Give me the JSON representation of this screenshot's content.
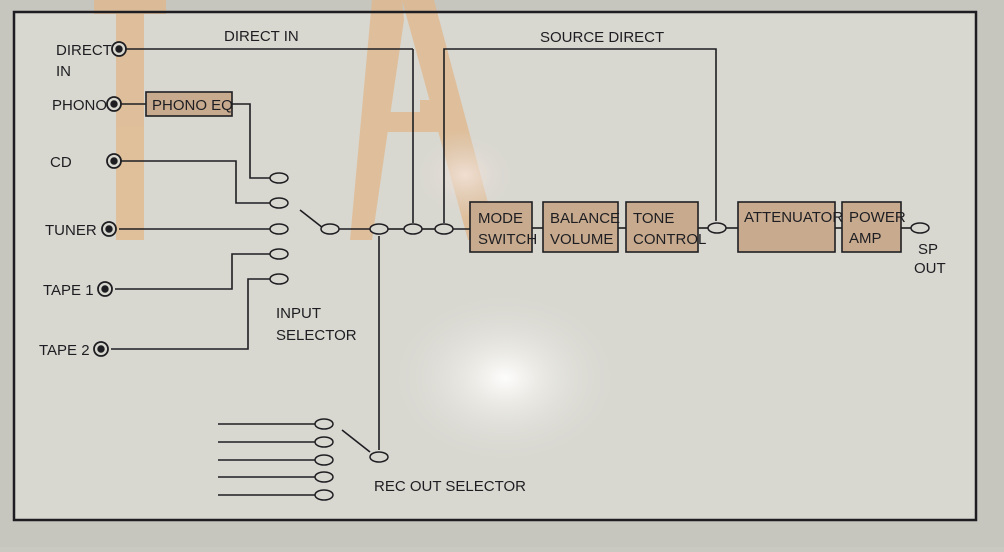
{
  "labels": {
    "direct_in_top": "DIRECT IN",
    "source_direct": "SOURCE DIRECT",
    "input_selector_1": "INPUT",
    "input_selector_2": "SELECTOR",
    "rec_out_selector": "REC OUT SELECTOR",
    "sp_out_1": "SP",
    "sp_out_2": "OUT"
  },
  "inputs": {
    "direct_in_1": "DIRECT",
    "direct_in_2": "IN",
    "phono": "PHONO",
    "cd": "CD",
    "tuner": "TUNER",
    "tape1": "TAPE 1",
    "tape2": "TAPE 2"
  },
  "blocks": {
    "phono_eq": "PHONO EQ",
    "mode_switch_1": "MODE",
    "mode_switch_2": "SWITCH",
    "balance_volume_1": "BALANCE",
    "balance_volume_2": "VOLUME",
    "tone_control_1": "TONE",
    "tone_control_2": "CONTROL",
    "attenuator": "ATTENUATOR",
    "power_amp_1": "POWER",
    "power_amp_2": "AMP"
  },
  "colors": {
    "block_fill": "#c8ab8f",
    "ink": "#1e1e22",
    "paper": "#d7d6cf",
    "watermark": "#e2b88a"
  }
}
